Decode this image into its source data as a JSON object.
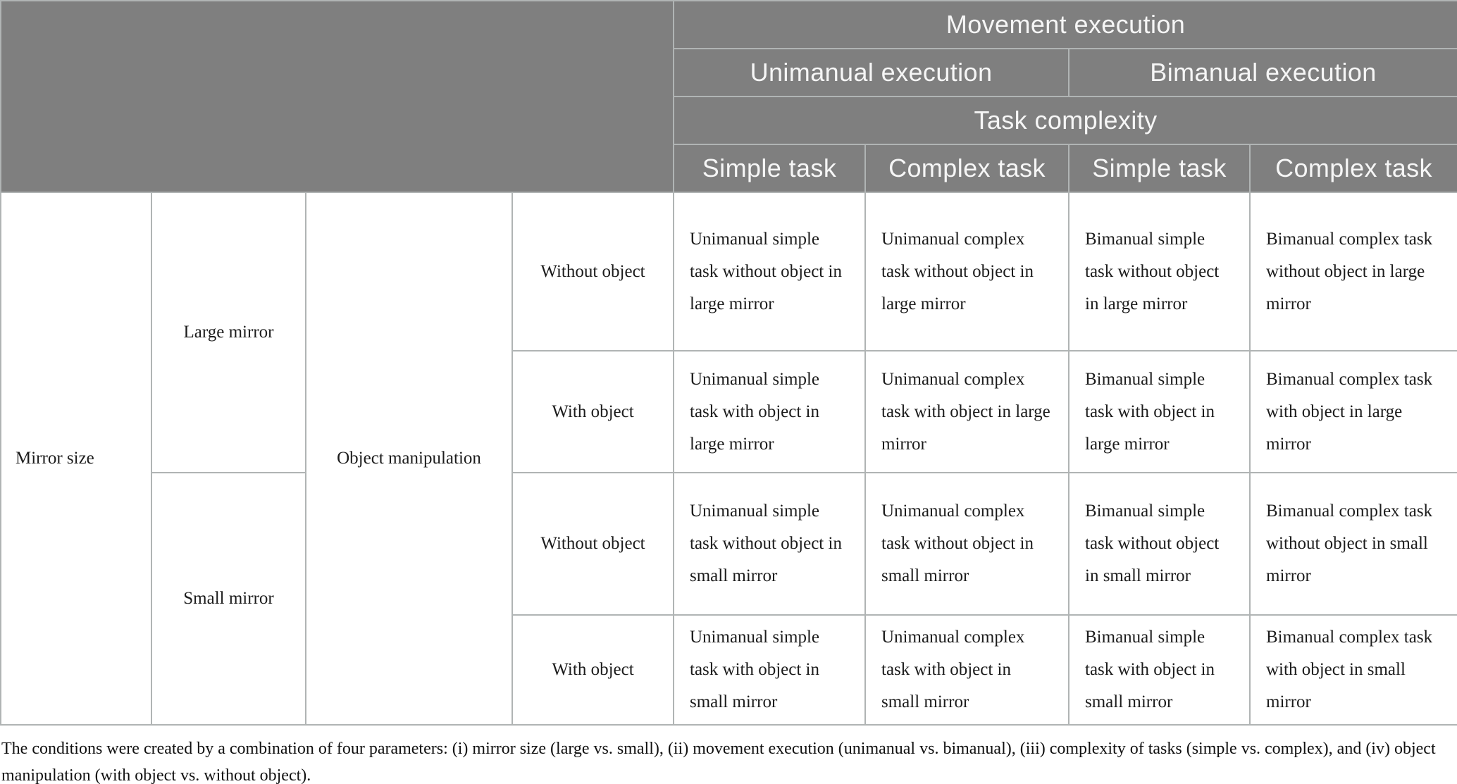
{
  "palette": {
    "header_bg": "#7f7f7f",
    "header_text": "#f6f6f6",
    "grid_line": "#b0b4b4",
    "outer_border": "#c2c6c6",
    "body_text": "#1c1c1c",
    "page_bg": "#ffffff"
  },
  "header": {
    "movement_execution": "Movement execution",
    "unimanual_execution": "Unimanual execution",
    "bimanual_execution": "Bimanual execution",
    "task_complexity": "Task complexity",
    "task_columns": [
      "Simple task",
      "Complex task",
      "Simple task",
      "Complex task"
    ]
  },
  "stub": {
    "mirror_size": "Mirror size",
    "large_mirror": "Large mirror",
    "small_mirror": "Small mirror",
    "object_manipulation": "Object manipulation",
    "row_labels": [
      "Without object",
      "With object",
      "Without object",
      "With object"
    ]
  },
  "conditions": [
    [
      "Unimanual simple task without object in large mirror",
      "Unimanual complex task without object in large mirror",
      "Bimanual simple task without object in large mirror",
      "Bimanual complex task without object in large mirror"
    ],
    [
      "Unimanual simple task with object in large mirror",
      "Unimanual complex task with object in large mirror",
      "Bimanual simple task with object in large mirror",
      "Bimanual complex task with object in large mirror"
    ],
    [
      "Unimanual simple task without object in small mirror",
      "Unimanual complex task without object in small mirror",
      "Bimanual simple task without object in small mirror",
      "Bimanual complex task without object in small mirror"
    ],
    [
      "Unimanual simple task with object in small mirror",
      "Unimanual complex task with object in small mirror",
      "Bimanual simple task with object in small mirror",
      "Bimanual complex task with object in small mirror"
    ]
  ],
  "caption": "The conditions were created by a combination of four parameters: (i) mirror size (large vs. small), (ii) movement execution (unimanual vs. bimanual), (iii) complexity of tasks (simple vs. complex), and (iv) object manipulation (with object vs. without object)."
}
